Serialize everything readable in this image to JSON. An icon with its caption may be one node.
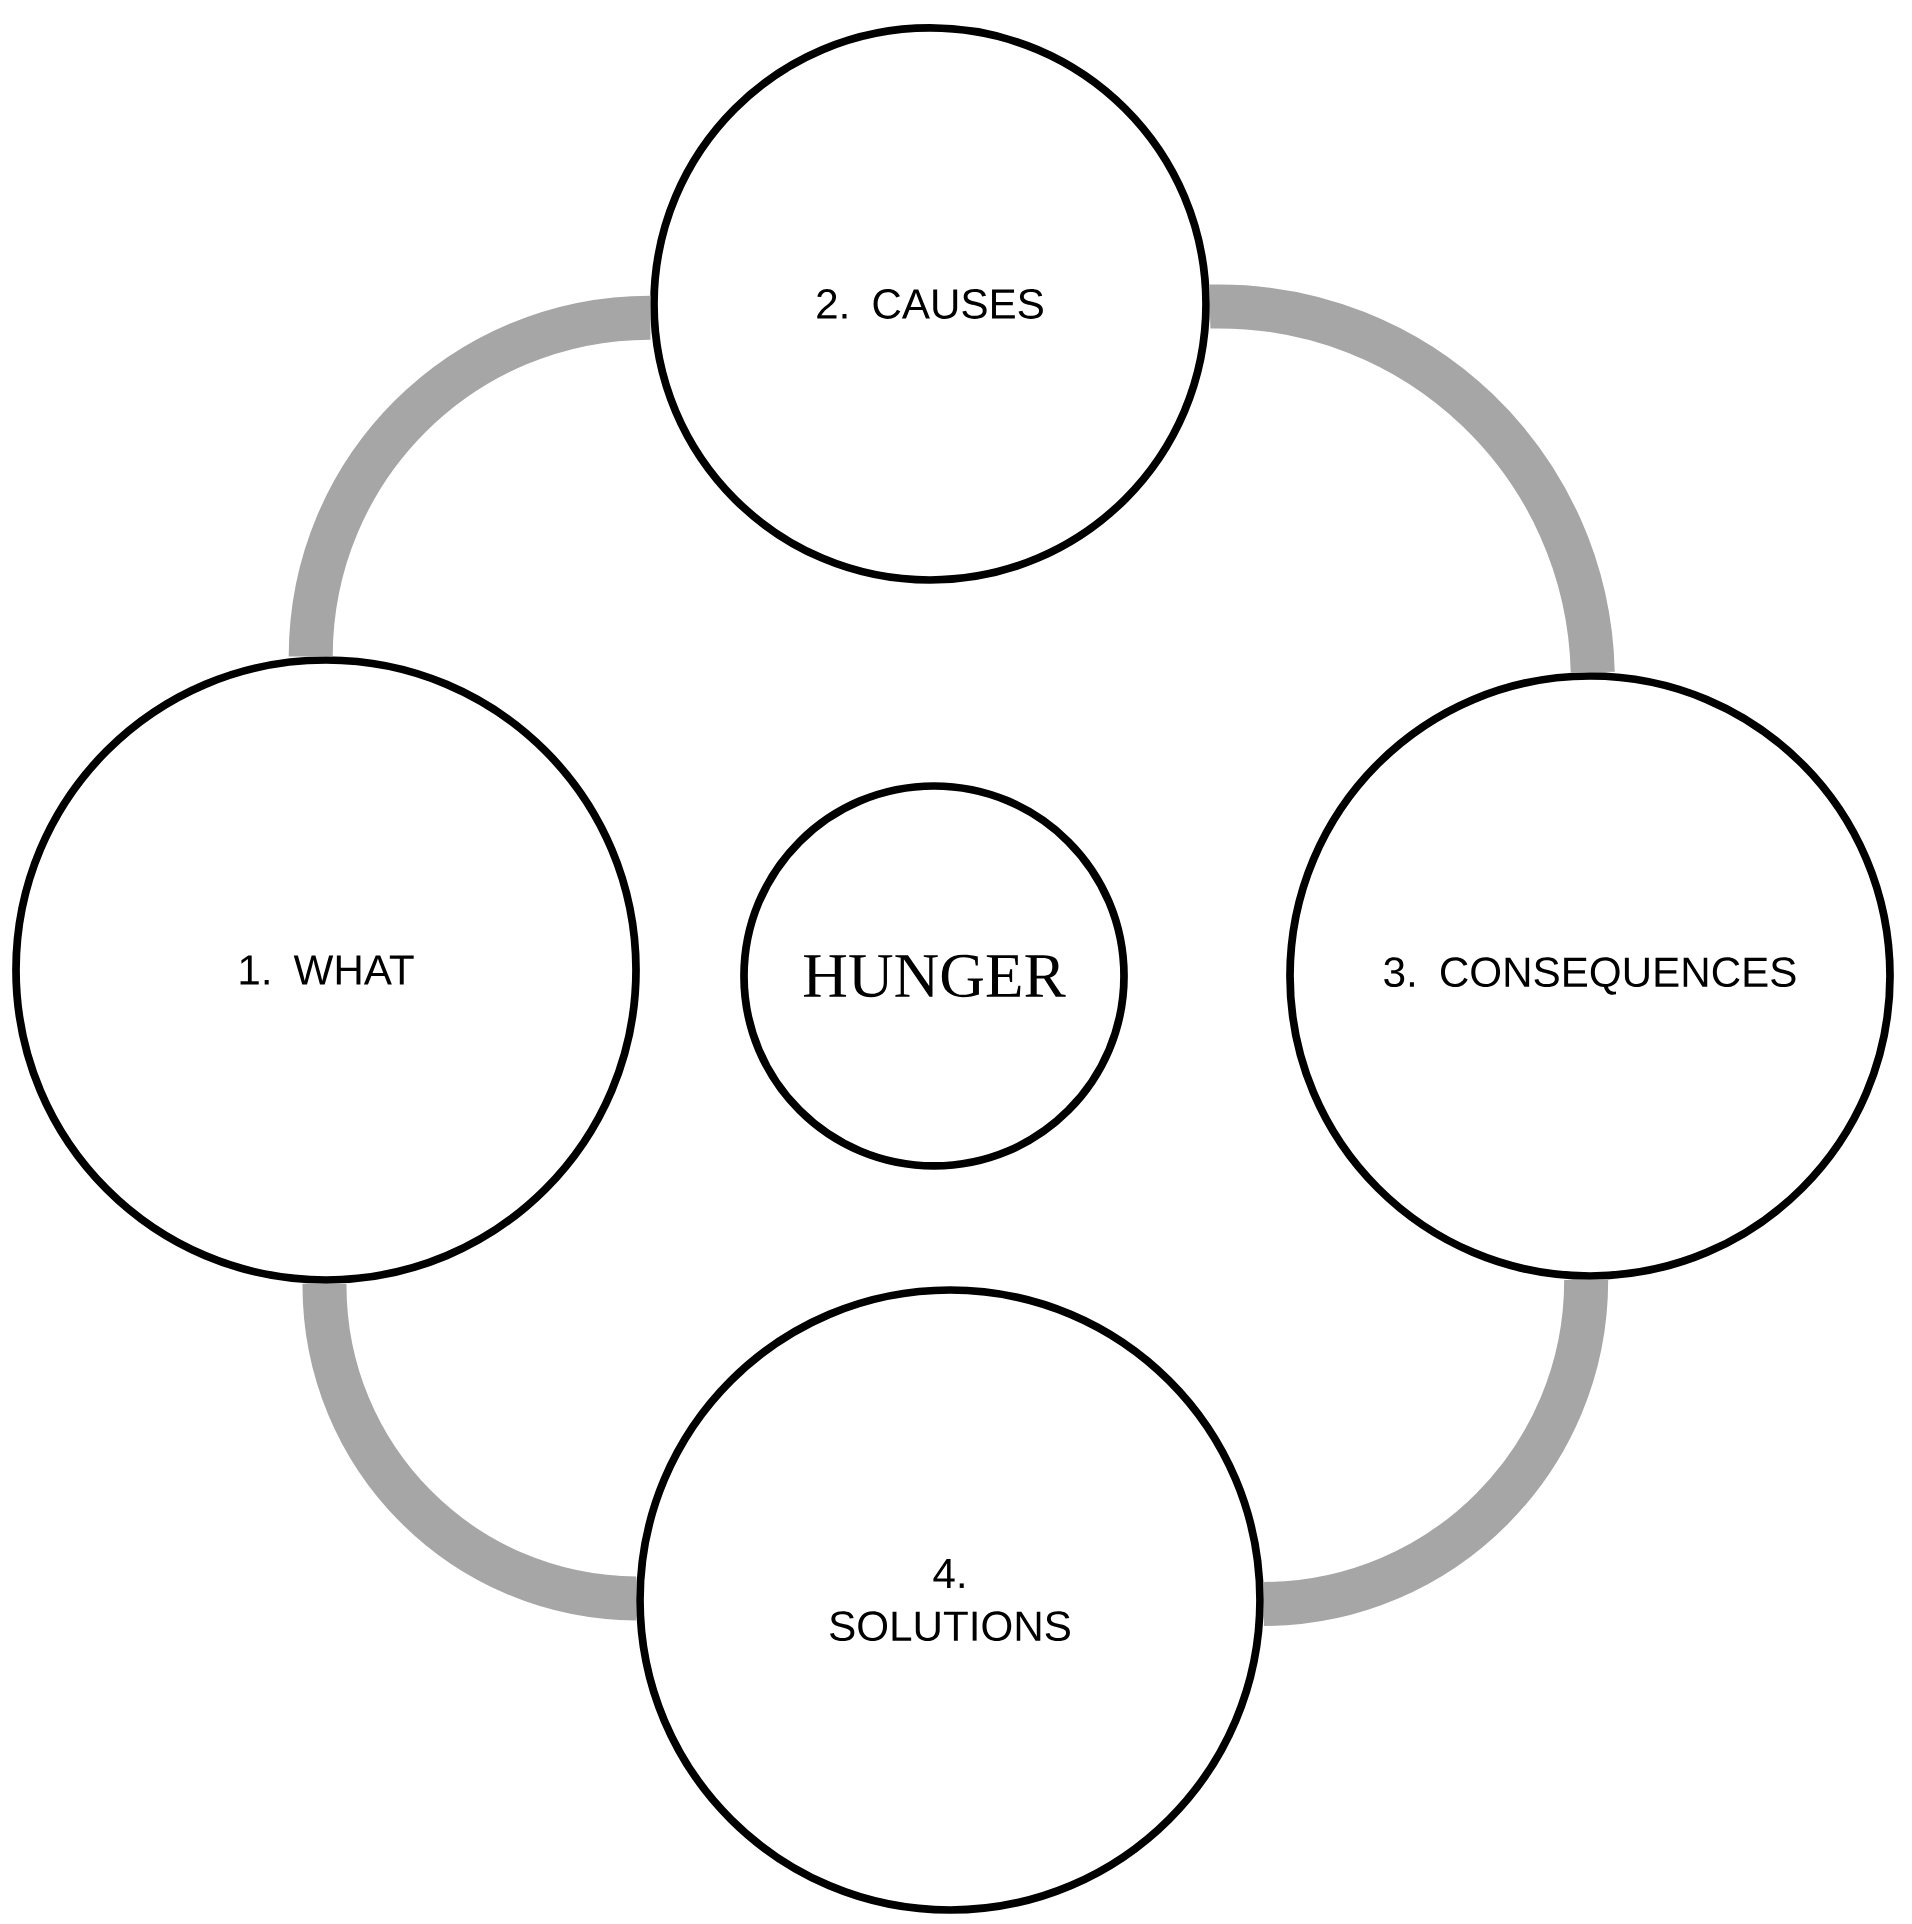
{
  "diagram": {
    "nodes": [
      {
        "text": [
          "2. CAUSES"
        ]
      },
      {
        "text": [
          "1. WHAT"
        ]
      },
      {
        "text": [
          "HUNGER"
        ]
      },
      {
        "text": [
          "3. CONSEQUENCES"
        ]
      },
      {
        "text": [
          "4. SOLUTIONS"
        ]
      }
    ],
    "edges": [
      {
        "from": 1,
        "to": 0,
        "arrow": "none"
      },
      {
        "from": 0,
        "to": 3,
        "arrow": "none"
      },
      {
        "from": 3,
        "to": 4,
        "arrow": "none"
      },
      {
        "from": 4,
        "to": 1,
        "arrow": "none"
      }
    ]
  }
}
